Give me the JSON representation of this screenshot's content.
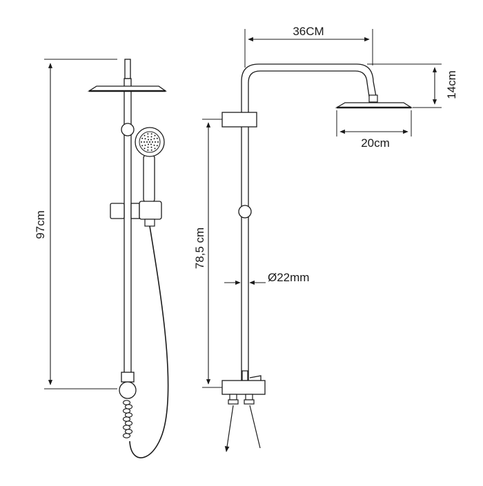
{
  "dimensions": {
    "total_height": "97cm",
    "bar_height": "78,5 cm",
    "arm_reach": "36CM",
    "head_drop": "14cm",
    "head_width": "20cm",
    "pipe_diameter": "Ø22mm"
  },
  "colors": {
    "line": "#1a1a1a",
    "background": "#ffffff"
  }
}
